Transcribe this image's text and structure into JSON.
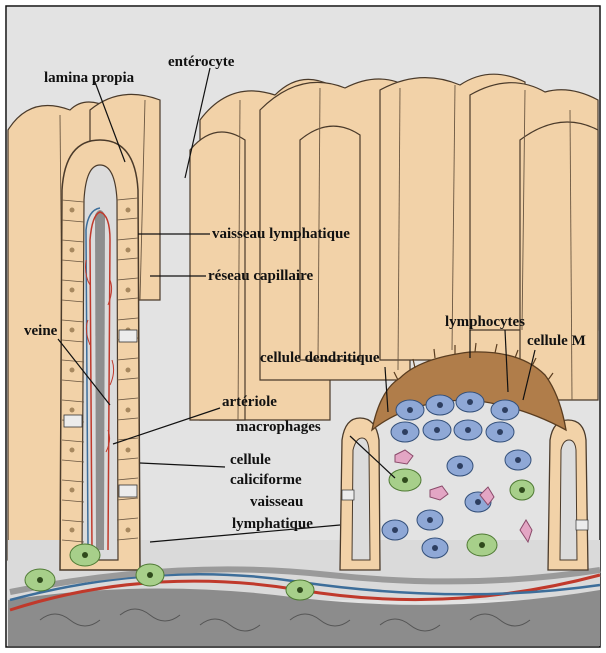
{
  "figure": {
    "colors": {
      "villus": "#f2d2a8",
      "cell_border": "#4a3a2a",
      "nuclei": "#a7885f",
      "lamina": "#d9d9d9",
      "lymphatic": "#8e8e8e",
      "artery": "#c0392b",
      "vein": "#3d6e9a",
      "lymphocyte": "#8fa8d6",
      "macrophage": "#a7cf8a",
      "dendritic": "#e3a6c4",
      "dome": "#b07d4a",
      "submucosa": "#8c8c8c"
    },
    "labels": {
      "enterocyte": "entérocyte",
      "lamina_propria": "lamina propia",
      "lymph_vessel_top": "vaisseau lymphatique",
      "capillary_network": "réseau capillaire",
      "lymphocytes": "lymphocytes",
      "m_cell": "cellule M",
      "vein": "veine",
      "dendritic_cell": "cellule dendritique",
      "arteriole": "artériole",
      "macrophages": "macrophages",
      "goblet_cell_1": "cellule",
      "goblet_cell_2": "caliciforme",
      "lymph_vessel_bottom_1": "vaisseau",
      "lymph_vessel_bottom_2": "lymphatique"
    }
  }
}
